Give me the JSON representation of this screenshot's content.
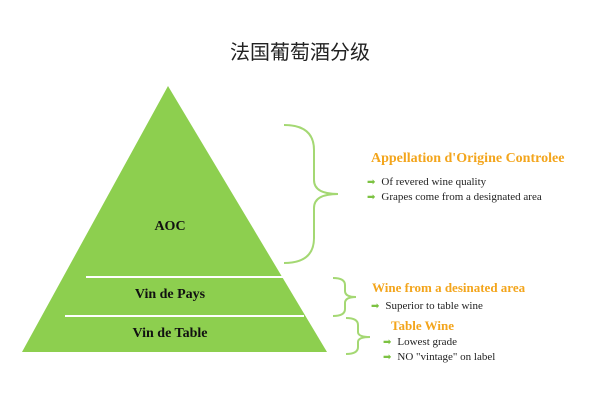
{
  "title": "法国葡萄酒分级",
  "colors": {
    "pyramid_fill": "#8dcf4f",
    "pyramid_divider": "#ffffff",
    "brace_stroke": "#a4d873",
    "category_title": "#f3a51c",
    "bullet_arrow": "#7cc242"
  },
  "bullet_icon": "green-arrow-icon",
  "tiers": [
    {
      "label": "AOC"
    },
    {
      "label": "Vin de Pays"
    },
    {
      "label": "Vin de Table"
    }
  ],
  "categories": [
    {
      "title": "Appellation d'Origine Controlee",
      "bullets": [
        "Of revered wine quality",
        "Grapes come from a designated area"
      ]
    },
    {
      "title": "Wine from a desinated area",
      "bullets": [
        "Superior to table wine"
      ]
    },
    {
      "title": "Table Wine",
      "bullets": [
        "Lowest grade",
        "NO \"vintage\" on label"
      ]
    }
  ]
}
